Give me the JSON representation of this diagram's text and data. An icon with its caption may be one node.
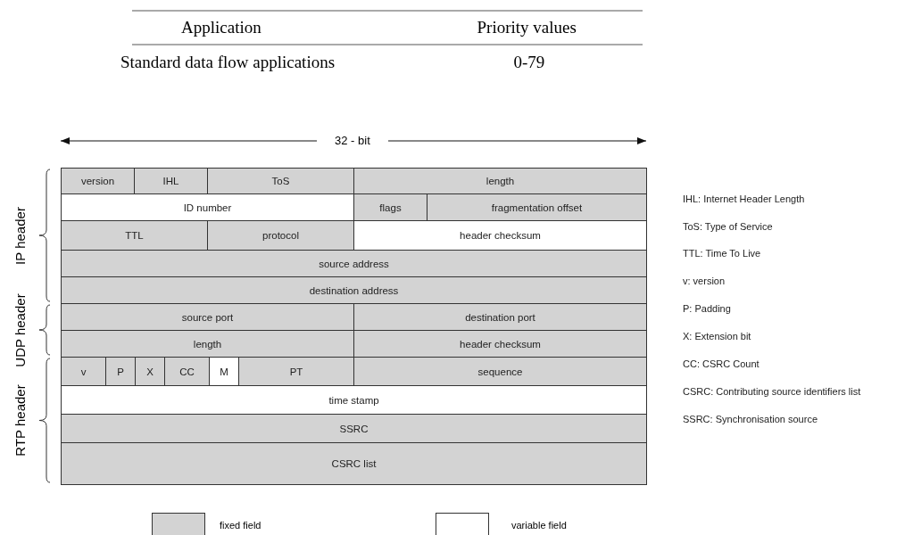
{
  "diagram": {
    "labels": [
      "Application",
      "Priority values",
      "Standard data flow applications",
      "0-79",
      "32 - bit",
      "IP header",
      "UDP header",
      "RTP header",
      "version",
      "IHL",
      "ToS",
      "length",
      "ID number",
      "flags",
      "fragmentation offset",
      "TTL",
      "protocol",
      "header checksum",
      "source address",
      "destination address",
      "source port",
      "destination port",
      "length",
      "header checksum",
      "v",
      "P",
      "X",
      "CC",
      "M",
      "PT",
      "sequence",
      "time stamp",
      "SSRC",
      "CSRC list",
      "IHL: Internet Header Length",
      "ToS: Type of Service",
      "TTL: Time To Live",
      "v:  version",
      "P: Padding",
      "X: Extension bit",
      "CC: CSRC Count",
      "CSRC: Contributing source identifiers list",
      "SSRC: Synchronisation source"
    ],
    "legend": [
      {
        "text": "fixed field",
        "color": "#d3d3d3"
      },
      {
        "text": "variable field",
        "color": "#ffffff"
      }
    ]
  }
}
